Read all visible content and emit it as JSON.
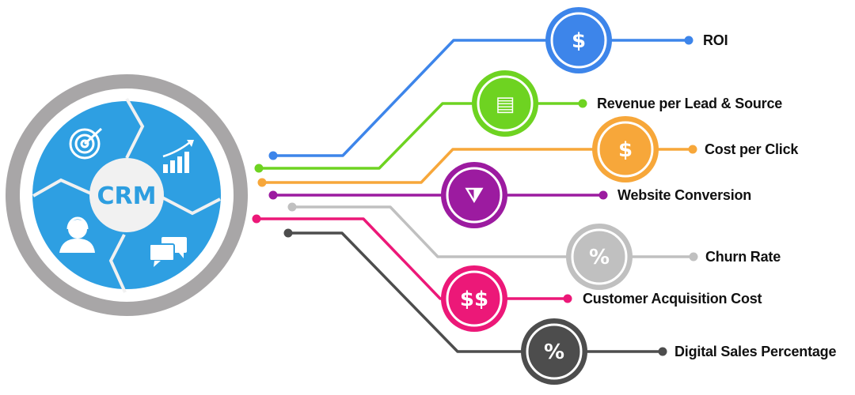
{
  "hub": {
    "label": "CRM",
    "colors": {
      "ring": "#a8a6a7",
      "disk": "#2e9fe2",
      "center": "#f1f1f1"
    },
    "icons": [
      "target-icon",
      "growth-chart-icon",
      "support-agent-icon",
      "chat-bubbles-icon"
    ]
  },
  "metrics": [
    {
      "label": "ROI",
      "color": "#3d85ea",
      "icon": "dollar-cycle-icon"
    },
    {
      "label": "Revenue per Lead & Source",
      "color": "#6ed321",
      "icon": "cash-register-icon"
    },
    {
      "label": "Cost per Click",
      "color": "#f7a73a",
      "icon": "dollar-click-icon"
    },
    {
      "label": "Website Conversion",
      "color": "#9c1ba0",
      "icon": "website-funnel-icon"
    },
    {
      "label": "Churn Rate",
      "color": "#c0c0c0",
      "icon": "churn-people-icon"
    },
    {
      "label": "Customer Acquisition Cost",
      "color": "#ec1878",
      "icon": "customers-dollar-icon"
    },
    {
      "label": "Digital Sales Percentage",
      "color": "#4d4d4d",
      "icon": "digital-percent-icon"
    }
  ]
}
